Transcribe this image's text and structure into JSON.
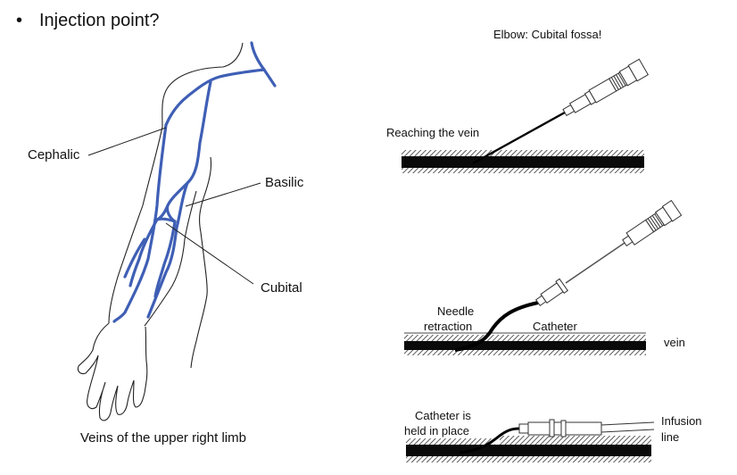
{
  "slide": {
    "bullet": "•",
    "heading": "Injection point?",
    "subheading_right": "Elbow: Cubital fossa!"
  },
  "arm_figure": {
    "vein_color": "#3F5FB5",
    "outline_color": "#222222",
    "labels": {
      "cephalic": "Cephalic",
      "basilic": "Basilic",
      "cubital": "Cubital"
    },
    "caption": "Veins of the upper right limb"
  },
  "catheter_steps": [
    {
      "id": "step1",
      "labels": [
        "Reaching the vein"
      ]
    },
    {
      "id": "step2",
      "labels": [
        "Needle",
        "retraction",
        "Catheter",
        "vein"
      ]
    },
    {
      "id": "step3",
      "labels": [
        "Catheter is",
        "held in place",
        "Infusion",
        "line"
      ]
    }
  ]
}
